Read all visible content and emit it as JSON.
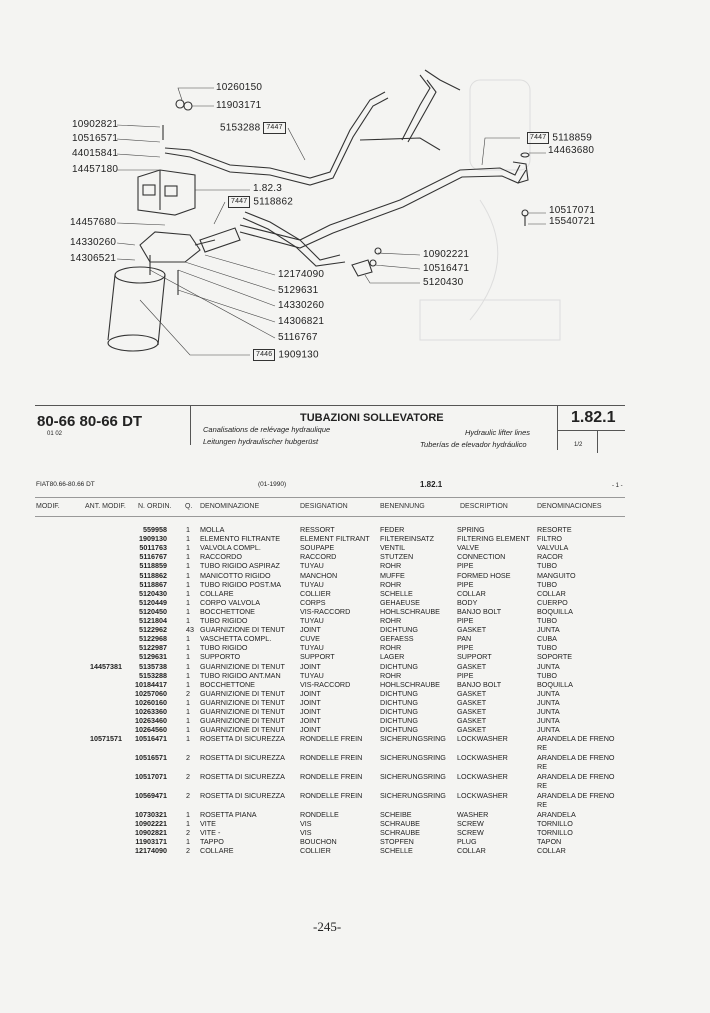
{
  "diagram": {
    "callouts": [
      {
        "text": "10260150"
      },
      {
        "text": "11903171"
      },
      {
        "text": "10902821"
      },
      {
        "text": "10516571"
      },
      {
        "text": "44015841"
      },
      {
        "text": "14457180"
      },
      {
        "box": "7447",
        "text": "5153288"
      },
      {
        "text": "1.82.3"
      },
      {
        "box": "7447",
        "text": "5118862"
      },
      {
        "text": "14457680"
      },
      {
        "text": "14330260"
      },
      {
        "text": "14306521"
      },
      {
        "text": "12174090"
      },
      {
        "text": "5129631"
      },
      {
        "text": "14330260"
      },
      {
        "text": "14306821"
      },
      {
        "text": "5116767"
      },
      {
        "box": "7446",
        "text": "1909130"
      },
      {
        "box": "7447",
        "text": "5118859"
      },
      {
        "text": "14463680"
      },
      {
        "text": "10517071"
      },
      {
        "text": "15540721"
      },
      {
        "text": "10902221"
      },
      {
        "text": "10516471"
      },
      {
        "text": "5120430"
      }
    ]
  },
  "title_block": {
    "model": "80-66 80-66 DT",
    "model_codes": "01 02",
    "title": "TUBAZIONI SOLLEVATORE",
    "fr": "Canalisations de relévage hydraulique",
    "de": "Leitungen hydraulischer hubgerüst",
    "en": "Hydraulic lifter lines",
    "es": "Tuberías de elevador hydráulico",
    "section": "1.82.1",
    "page_fraction": "1/2"
  },
  "listing_header": {
    "model": "FIAT80.66-80.66 DT",
    "date": "(01-1990)",
    "section": "1.82.1",
    "page": "- 1 -"
  },
  "columns": [
    "MODIF.",
    "ANT. MODIF.",
    "N. ORDIN.",
    "Q.",
    "DENOMINAZIONE",
    "DESIGNATION",
    "BENENNUNG",
    "DESCRIPTION",
    "DENOMINACIONES"
  ],
  "rows": [
    {
      "ant": "",
      "ord": "559958",
      "q": "1",
      "it": "MOLLA",
      "fr": "RESSORT",
      "de": "FEDER",
      "en": "SPRING",
      "es": "RESORTE"
    },
    {
      "ant": "",
      "ord": "1909130",
      "q": "1",
      "it": "ELEMENTO FILTRANTE",
      "fr": "ELEMENT FILTRANT",
      "de": "FILTEREINSATZ",
      "en": "FILTERING ELEMENT",
      "es": "FILTRO"
    },
    {
      "ant": "",
      "ord": "5011763",
      "q": "1",
      "it": "VALVOLA COMPL.",
      "fr": "SOUPAPE",
      "de": "VENTIL",
      "en": "VALVE",
      "es": "VALVULA"
    },
    {
      "ant": "",
      "ord": "5116767",
      "q": "1",
      "it": "RACCORDO",
      "fr": "RACCORD",
      "de": "STUTZEN",
      "en": "CONNECTION",
      "es": "RACOR"
    },
    {
      "ant": "",
      "ord": "5118859",
      "q": "1",
      "it": "TUBO RIGIDO ASPIRAZ",
      "fr": "TUYAU",
      "de": "ROHR",
      "en": "PIPE",
      "es": "TUBO"
    },
    {
      "ant": "",
      "ord": "5118862",
      "q": "1",
      "it": "MANICOTTO RIGIDO",
      "fr": "MANCHON",
      "de": "MUFFE",
      "en": "FORMED HOSE",
      "es": "MANGUITO"
    },
    {
      "ant": "",
      "ord": "5118867",
      "q": "1",
      "it": "TUBO RIGIDO POST.MA",
      "fr": "TUYAU",
      "de": "ROHR",
      "en": "PIPE",
      "es": "TUBO"
    },
    {
      "ant": "",
      "ord": "5120430",
      "q": "1",
      "it": "COLLARE",
      "fr": "COLLIER",
      "de": "SCHELLE",
      "en": "COLLAR",
      "es": "COLLAR"
    },
    {
      "ant": "",
      "ord": "5120449",
      "q": "1",
      "it": "CORPO VALVOLA",
      "fr": "CORPS",
      "de": "GEHAEUSE",
      "en": "BODY",
      "es": "CUERPO"
    },
    {
      "ant": "",
      "ord": "5120450",
      "q": "1",
      "it": "BOCCHETTONE",
      "fr": "VIS-RACCORD",
      "de": "HOHLSCHRAUBE",
      "en": "BANJO BOLT",
      "es": "BOQUILLA"
    },
    {
      "ant": "",
      "ord": "5121804",
      "q": "1",
      "it": "TUBO RIGIDO",
      "fr": "TUYAU",
      "de": "ROHR",
      "en": "PIPE",
      "es": "TUBO"
    },
    {
      "ant": "",
      "ord": "5122962",
      "q": "43",
      "it": "GUARNIZIONE DI TENUT",
      "fr": "JOINT",
      "de": "DICHTUNG",
      "en": "GASKET",
      "es": "JUNTA"
    },
    {
      "ant": "",
      "ord": "5122968",
      "q": "1",
      "it": "VASCHETTA COMPL.",
      "fr": "CUVE",
      "de": "GEFAESS",
      "en": "PAN",
      "es": "CUBA"
    },
    {
      "ant": "",
      "ord": "5122987",
      "q": "1",
      "it": "TUBO RIGIDO",
      "fr": "TUYAU",
      "de": "ROHR",
      "en": "PIPE",
      "es": "TUBO"
    },
    {
      "ant": "",
      "ord": "5129631",
      "q": "1",
      "it": "SUPPORTO",
      "fr": "SUPPORT",
      "de": "LAGER",
      "en": "SUPPORT",
      "es": "SOPORTE"
    },
    {
      "ant": "14457381",
      "ord": "5135738",
      "q": "1",
      "it": "GUARNIZIONE DI TENUT",
      "fr": "JOINT",
      "de": "DICHTUNG",
      "en": "GASKET",
      "es": "JUNTA"
    },
    {
      "ant": "",
      "ord": "5153288",
      "q": "1",
      "it": "TUBO RIGIDO ANT.MAN",
      "fr": "TUYAU",
      "de": "ROHR",
      "en": "PIPE",
      "es": "TUBO"
    },
    {
      "ant": "",
      "ord": "10184417",
      "q": "1",
      "it": "BOCCHETTONE",
      "fr": "VIS-RACCORD",
      "de": "HOHLSCHRAUBE",
      "en": "BANJO BOLT",
      "es": "BOQUILLA"
    },
    {
      "ant": "",
      "ord": "10257060",
      "q": "2",
      "it": "GUARNIZIONE DI TENUT",
      "fr": "JOINT",
      "de": "DICHTUNG",
      "en": "GASKET",
      "es": "JUNTA"
    },
    {
      "ant": "",
      "ord": "10260160",
      "q": "1",
      "it": "GUARNIZIONE DI TENUT",
      "fr": "JOINT",
      "de": "DICHTUNG",
      "en": "GASKET",
      "es": "JUNTA"
    },
    {
      "ant": "",
      "ord": "10263360",
      "q": "1",
      "it": "GUARNIZIONE DI TENUT",
      "fr": "JOINT",
      "de": "DICHTUNG",
      "en": "GASKET",
      "es": "JUNTA"
    },
    {
      "ant": "",
      "ord": "10263460",
      "q": "1",
      "it": "GUARNIZIONE DI TENUT",
      "fr": "JOINT",
      "de": "DICHTUNG",
      "en": "GASKET",
      "es": "JUNTA"
    },
    {
      "ant": "",
      "ord": "10264560",
      "q": "1",
      "it": "GUARNIZIONE DI TENUT",
      "fr": "JOINT",
      "de": "DICHTUNG",
      "en": "GASKET",
      "es": "JUNTA"
    },
    {
      "ant": "10571571",
      "ord": "10516471",
      "q": "1",
      "it": "ROSETTA DI SICUREZZA",
      "fr": "RONDELLE FREIN",
      "de": "SICHERUNGSRING",
      "en": "LOCKWASHER",
      "es": "ARANDELA DE FRENO",
      "es2": "RE"
    },
    {
      "ant": "",
      "ord": "10516571",
      "q": "2",
      "it": "ROSETTA DI SICUREZZA",
      "fr": "RONDELLE FREIN",
      "de": "SICHERUNGSRING",
      "en": "LOCKWASHER",
      "es": "ARANDELA DE FRENO",
      "es2": "RE"
    },
    {
      "ant": "",
      "ord": "10517071",
      "q": "2",
      "it": "ROSETTA DI SICUREZZA",
      "fr": "RONDELLE FREIN",
      "de": "SICHERUNGSRING",
      "en": "LOCKWASHER",
      "es": "ARANDELA DE FRENO",
      "es2": "RE"
    },
    {
      "ant": "",
      "ord": "10569471",
      "q": "2",
      "it": "ROSETTA DI SICUREZZA",
      "fr": "RONDELLE FREIN",
      "de": "SICHERUNGSRING",
      "en": "LOCKWASHER",
      "es": "ARANDELA DE FRENO",
      "es2": "RE"
    },
    {
      "ant": "",
      "ord": "10730321",
      "q": "1",
      "it": "ROSETTA PIANA",
      "fr": "RONDELLE",
      "de": "SCHEIBE",
      "en": "WASHER",
      "es": "ARANDELA"
    },
    {
      "ant": "",
      "ord": "10902221",
      "q": "1",
      "it": "VITE",
      "fr": "VIS",
      "de": "SCHRAUBE",
      "en": "SCREW",
      "es": "TORNILLO"
    },
    {
      "ant": "",
      "ord": "10902821",
      "q": "2",
      "it": "VITE -",
      "fr": "VIS",
      "de": "SCHRAUBE",
      "en": "SCREW",
      "es": "TORNILLO"
    },
    {
      "ant": "",
      "ord": "11903171",
      "q": "1",
      "it": "TAPPO",
      "fr": "BOUCHON",
      "de": "STOPFEN",
      "en": "PLUG",
      "es": "TAPON"
    },
    {
      "ant": "",
      "ord": "12174090",
      "q": "2",
      "it": "COLLARE",
      "fr": "COLLIER",
      "de": "SCHELLE",
      "en": "COLLAR",
      "es": "COLLAR"
    }
  ],
  "footer": {
    "page_number": "-245-"
  }
}
